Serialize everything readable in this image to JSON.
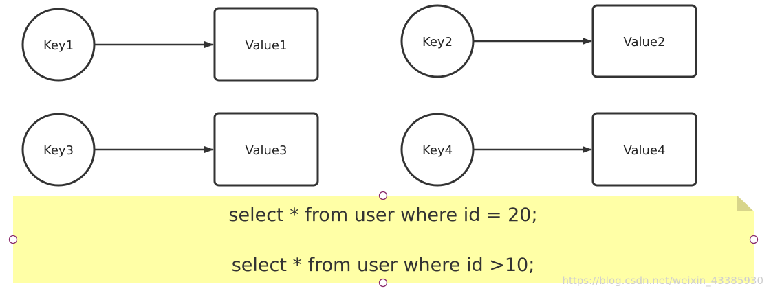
{
  "diagram": {
    "pairs": [
      {
        "key": "Key1",
        "value": "Value1"
      },
      {
        "key": "Key2",
        "value": "Value2"
      },
      {
        "key": "Key3",
        "value": "Value3"
      },
      {
        "key": "Key4",
        "value": "Value4"
      }
    ]
  },
  "note": {
    "lines": [
      "select * from user where id = 20;",
      "select * from user where id >10;"
    ],
    "color": "#ffffa6"
  },
  "watermark": "https://blog.csdn.net/weixin_43385930"
}
